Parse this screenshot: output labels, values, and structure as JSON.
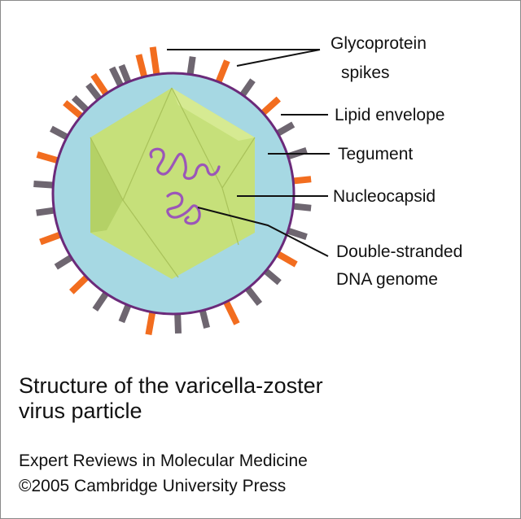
{
  "labels": {
    "spikes_1": "Glycoprotein",
    "spikes_2": "spikes",
    "envelope": "Lipid envelope",
    "tegument": "Tegument",
    "nucleocapsid": "Nucleocapsid",
    "dna_1": "Double-stranded",
    "dna_2": "DNA genome"
  },
  "caption": {
    "line1": "Structure of the varicella-zoster",
    "line2": "virus particle"
  },
  "source": {
    "line1": "Expert Reviews in Molecular Medicine",
    "line2": "©2005 Cambridge University Press"
  },
  "colors": {
    "tegument": "#a6d8e3",
    "envelope": "#6b2a7a",
    "capsid": "#c6e07a",
    "capsid_dark": "#b4d166",
    "capsid_light": "#d6ea92",
    "spike_grey": "#6e6670",
    "spike_orange": "#f26d1f",
    "dna": "#9b56b8"
  }
}
